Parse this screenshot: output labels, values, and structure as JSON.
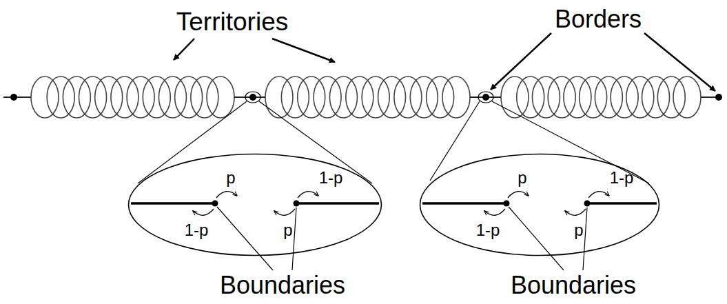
{
  "diagram": {
    "nodes": [
      {
        "text": [
          "p",
          "1-p",
          "1-p",
          "p"
        ]
      },
      {
        "text": [
          "p",
          "1-p",
          "1-p",
          "p"
        ]
      }
    ],
    "labels": [
      "Territories",
      "Borders",
      "Boundaries",
      "Boundaries"
    ]
  }
}
